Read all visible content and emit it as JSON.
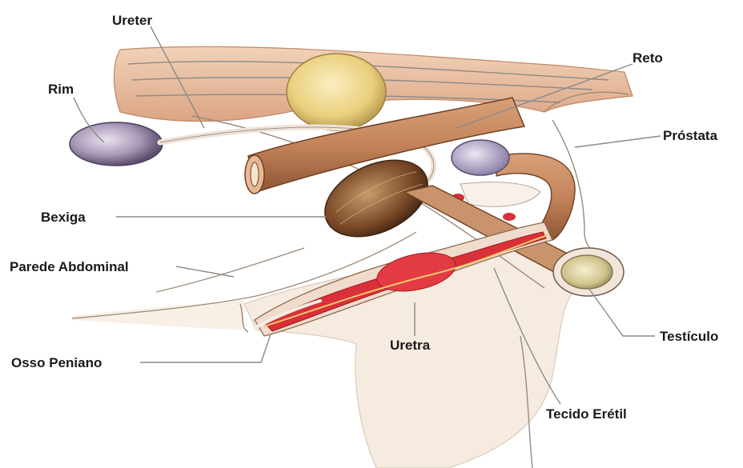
{
  "labels": {
    "ureter": "Ureter",
    "rim": "Rim",
    "reto": "Reto",
    "prostata": "Próstata",
    "bexiga": "Bexiga",
    "parede_abdominal": "Parede Abdominal",
    "osso_peniano": "Osso Peniano",
    "uretra": "Uretra",
    "testiculo": "Testículo",
    "tecido_eretil": "Tecido Erétil"
  },
  "colors": {
    "muscle": "#e0ad8a",
    "muscle_dark": "#b97c55",
    "kidney": "#b8a9c4",
    "bladder": "#8a5a34",
    "prostate": "#b9aed0",
    "erectile": "#d9303a",
    "skin": "#f3e0cc",
    "testicle": "#d8cfa0"
  }
}
